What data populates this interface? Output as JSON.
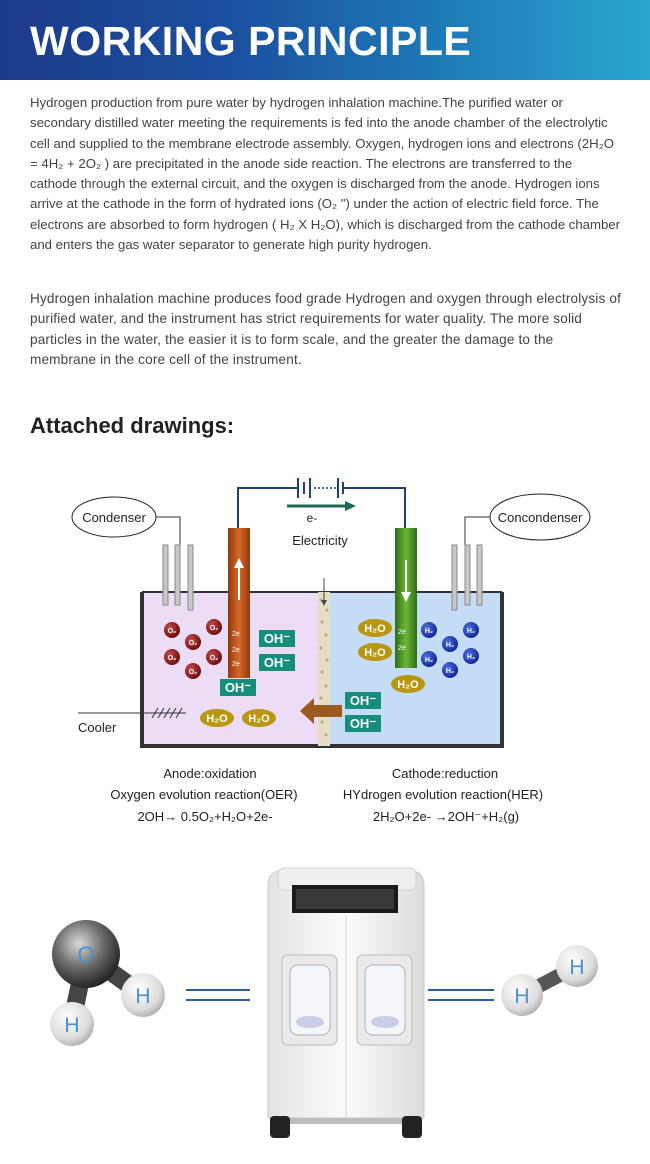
{
  "header": {
    "title": "WORKING PRINCIPLE"
  },
  "paragraph1": "Hydrogen production from pure water by hydrogen inhalation machine.The purified water or secondary distilled water meeting the requirements is fed into the anode chamber of the electrolytic cell and supplied to the membrane electrode assembly. Oxygen, hydrogen ions and electrons (2H₂O = 4H₂ + 2O₂ ) are precipitated in the anode side reaction. The electrons are transferred to the cathode through the external circuit, and the oxygen is discharged from the anode. Hydrogen ions arrive at the cathode in the form of hydrated ions (O₂ \") under the action of electric field force. The electrons are absorbed to form hydrogen ( H₂ X H₂O), which is discharged from the cathode chamber and enters the gas water separator to generate high purity hydrogen.",
  "paragraph2": "Hydrogen inhalation machine produces food grade Hydrogen and oxygen through electrolysis of purified water, and the instrument has strict requirements for water quality. The more solid particles in the water, the easier it is to form scale, and the greater the damage to the membrane in the core cell of the instrument.",
  "attached_heading": "Attached drawings:",
  "diagram": {
    "condenser_left": "Condenser",
    "condenser_right": "Concondenser",
    "electron": "e-",
    "electricity": "Electricity",
    "cooler": "Cooler",
    "oh": "OH⁻",
    "h2o": "H₂O",
    "o2": "O₂",
    "h2": "H₂",
    "e2": "2e"
  },
  "captions": {
    "anode_title": "Anode:oxidation",
    "anode_reaction": "Oxygen evolution reaction(OER)",
    "anode_equation": "2OH→ 0.5O₂+H₂O+2e-",
    "cathode_title": "Cathode:reduction",
    "cathode_reaction": "HYdrogen evolution reaction(HER)",
    "cathode_equation": "2H₂O+2e- →2OH⁻+H₂(g)"
  },
  "molecules": {
    "o": "O",
    "h": "H"
  },
  "colors": {
    "banner_start": "#1d3a8a",
    "banner_end": "#2aa6cf",
    "anode": "#c4561c",
    "cathode": "#4e9a24",
    "oh_box": "#168e7c",
    "h2o_oval": "#b8970f",
    "o2_ball": "#8a1414",
    "h2_ball": "#1a3fb0"
  }
}
